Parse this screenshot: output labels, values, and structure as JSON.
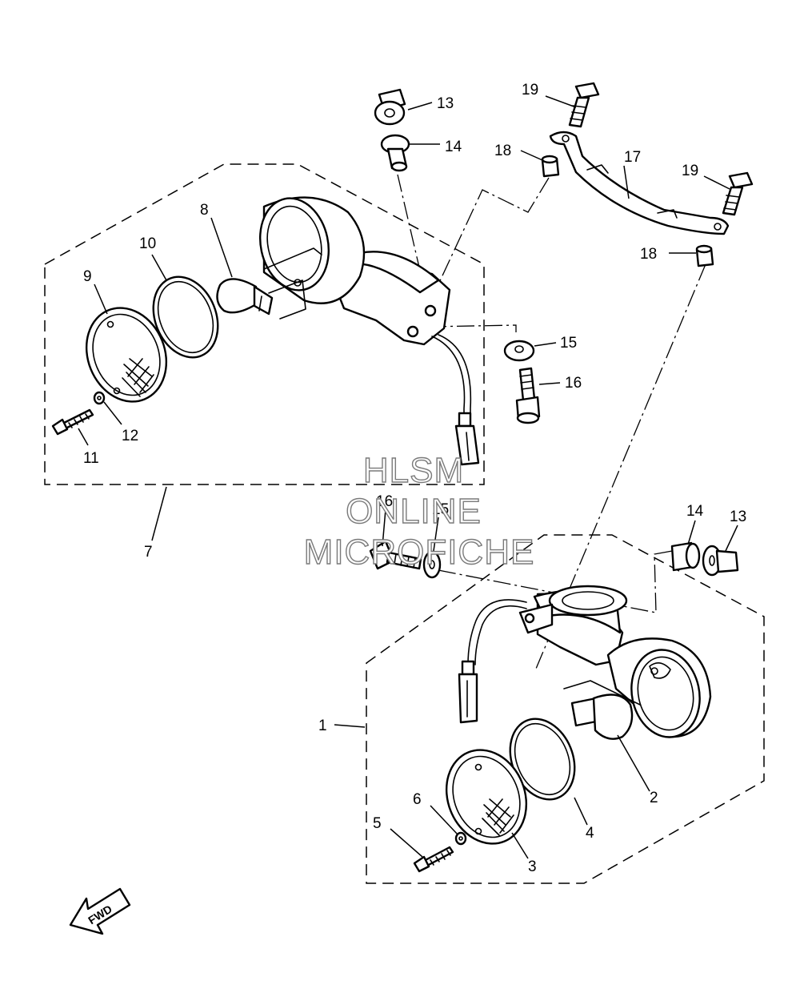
{
  "callouts": {
    "c1": "1",
    "c2": "2",
    "c3": "3",
    "c4": "4",
    "c5": "5",
    "c6": "6",
    "c7": "7",
    "c8": "8",
    "c9": "9",
    "c10": "10",
    "c11": "11",
    "c12": "12",
    "c13a": "13",
    "c13b": "13",
    "c14a": "14",
    "c14b": "14",
    "c15a": "15",
    "c15b": "15",
    "c16a": "16",
    "c16b": "16",
    "c17": "17",
    "c18a": "18",
    "c18b": "18",
    "c19a": "19",
    "c19b": "19"
  },
  "fwd_label": "FWD",
  "watermark": {
    "line1": "HLSM",
    "line2": "ONLINE",
    "line3": "MICROFICHE"
  },
  "colors": {
    "ink": "#000000",
    "watermark_stroke": "#7a7a7a",
    "background": "#ffffff"
  }
}
